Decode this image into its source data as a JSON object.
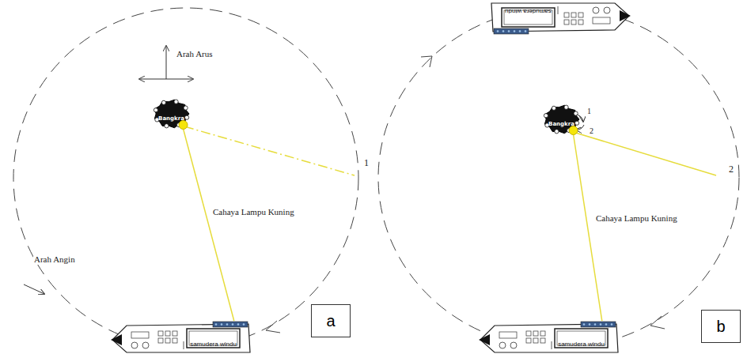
{
  "diagram": {
    "nodes": [
      {
        "text": [
          "Bangkra"
        ]
      },
      {
        "text": [
          "samudera windu"
        ]
      },
      {
        "text": [
          "a"
        ]
      },
      {
        "text": [
          "samudera windu"
        ]
      },
      {
        "text": [
          "Bangkra"
        ]
      },
      {
        "text": [
          "samudera windu"
        ]
      },
      {
        "text": [
          "b"
        ]
      }
    ],
    "edges": [
      {
        "from": 0,
        "to": 1,
        "arrow": "none"
      },
      {
        "from": 4,
        "to": 5,
        "arrow": "none"
      }
    ],
    "labels": [
      "Arah Arus",
      "1",
      "Cahaya Lampu Kuning",
      "Arah Angin",
      "1",
      "2",
      "2",
      "Cahaya Lampu Kuning"
    ]
  }
}
